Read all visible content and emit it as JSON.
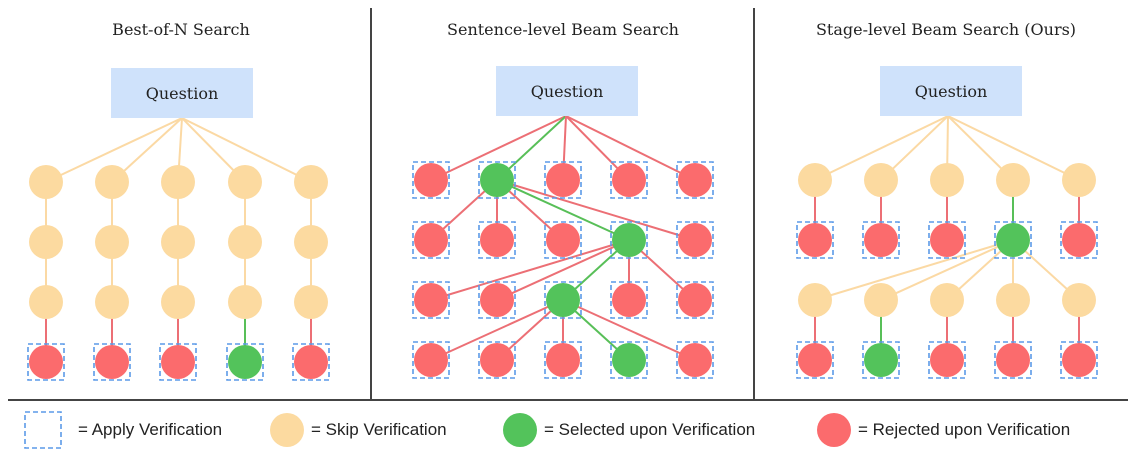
{
  "colors": {
    "skip": "#fcdaa0",
    "selected": "#53c35b",
    "rejected": "#fb6b6d",
    "question_box": "#cfe2fb",
    "verify_box": "#5b9ae8",
    "edge_skip": "#fbd9a4",
    "edge_rejected": "#ec6f75",
    "edge_selected": "#58bf58"
  },
  "panels": [
    {
      "title": "Best-of-N Search",
      "question": "Question"
    },
    {
      "title": "Sentence-level Beam Search",
      "question": "Question"
    },
    {
      "title": "Stage-level Beam Search (Ours)",
      "question": "Question"
    }
  ],
  "legend": {
    "apply_verification": "= Apply Verification",
    "skip_verification": "= Skip Verification",
    "selected": "= Selected upon Verification",
    "rejected": "= Rejected upon Verification"
  }
}
